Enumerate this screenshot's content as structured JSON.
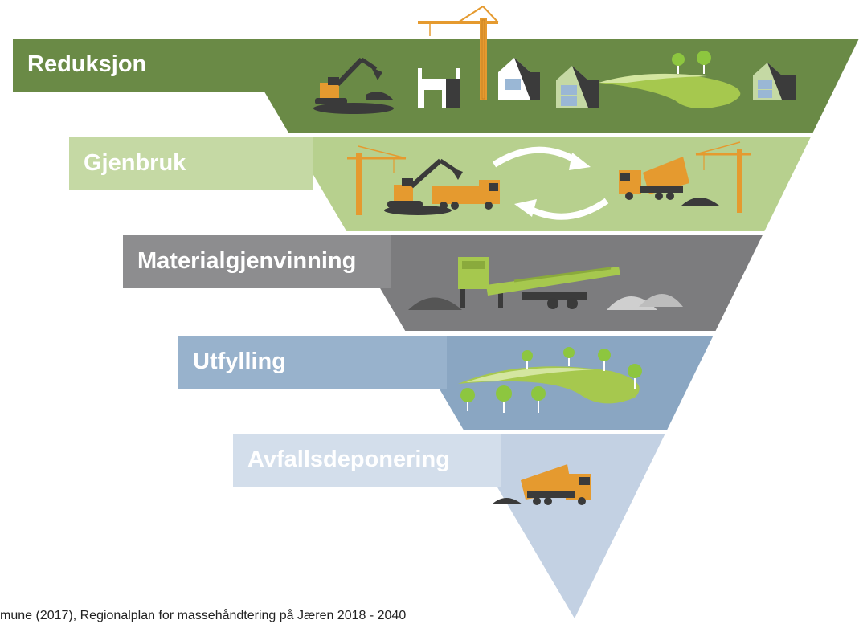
{
  "pyramid": {
    "levels": [
      {
        "label": "Reduksjon",
        "color": "#6a8a46",
        "label_bg": "#6a8a46",
        "label_color": "#ffffff"
      },
      {
        "label": "Gjenbruk",
        "color": "#b7d08e",
        "label_bg": "#c5d9a4",
        "label_color": "#ffffff"
      },
      {
        "label": "Materialgjenvinning",
        "color": "#7c7c7e",
        "label_bg": "#8d8d8f",
        "label_color": "#ffffff"
      },
      {
        "label": "Utfylling",
        "color": "#8aa6c2",
        "label_bg": "#98b2cc",
        "label_color": "#ffffff"
      },
      {
        "label": "Avfallsdeponering",
        "color": "#c3d1e3",
        "label_bg": "#d3deeb",
        "label_color": "#ffffff"
      }
    ]
  },
  "caption": "mune (2017), Regionalplan for massehåndtering på Jæren 2018 - 2040",
  "colors": {
    "machine_orange": "#e59a2f",
    "machine_dark": "#3a3a3a",
    "crane_orange": "#e59a2f",
    "tree_green": "#8dc63f",
    "hill_green": "#a6c84e",
    "house_white": "#ffffff",
    "house_dark": "#3b3b3b",
    "gravel_dark": "#555555",
    "gravel_light": "#cfcfcf",
    "screener_green": "#a6c84e"
  },
  "icons": {
    "level1": [
      "excavator-icon",
      "building-frame-icon",
      "house-icon",
      "crane-icon",
      "landscape-hill-icon",
      "tree-icon"
    ],
    "level2": [
      "crane-icon",
      "excavator-icon",
      "dump-truck-icon",
      "cycle-arrows-icon"
    ],
    "level3": [
      "screening-plant-icon",
      "gravel-pile-icon"
    ],
    "level4": [
      "landscape-hill-icon",
      "tree-icon"
    ],
    "level5": [
      "dump-truck-icon",
      "gravel-pile-icon"
    ]
  }
}
